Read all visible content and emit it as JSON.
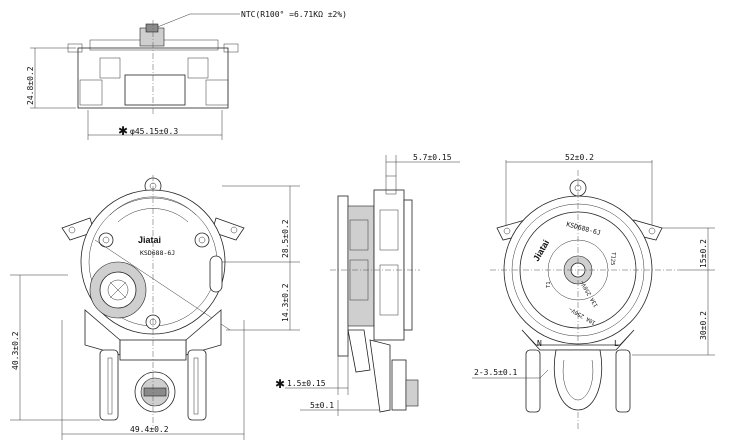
{
  "top_view": {
    "ntc_note": "NTC(R100° =6.71KΩ ±2%)",
    "height_dim": "24.8±0.2",
    "diameter_dim": "φ45.15±0.3",
    "star": "✱"
  },
  "front_view": {
    "logo": "Jiatai",
    "model": "KSD688-6J",
    "dim_upper": "28.5±0.2",
    "dim_mid": "14.3±0.2",
    "dim_left": "40.3±0.2",
    "dim_bottom": "49.4±0.2"
  },
  "side_view": {
    "dim_top": "5.7±0.15",
    "dim_thickness": "1.5±0.15",
    "dim_bottom": "5±0.1",
    "star": "✱"
  },
  "rear_view": {
    "dim_top": "52±0.2",
    "dim_upper_right": "15±0.2",
    "dim_lower_right": "30±0.2",
    "dim_terminal": "2-3.5±0.1",
    "logo": "Jiatai",
    "model": "KSD688-6J",
    "rating_1": "T125",
    "rating_2": "13A 250V~",
    "rating_3": "10A 250V~",
    "rating_4": "T1",
    "terminal_l": "L",
    "terminal_n": "N"
  }
}
